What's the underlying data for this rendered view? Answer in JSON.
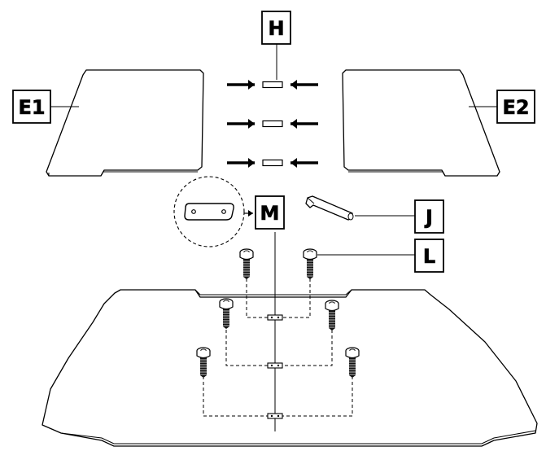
{
  "labels": {
    "H": "H",
    "E1": "E1",
    "E2": "E2",
    "M": "M",
    "J": "J",
    "L": "L"
  }
}
